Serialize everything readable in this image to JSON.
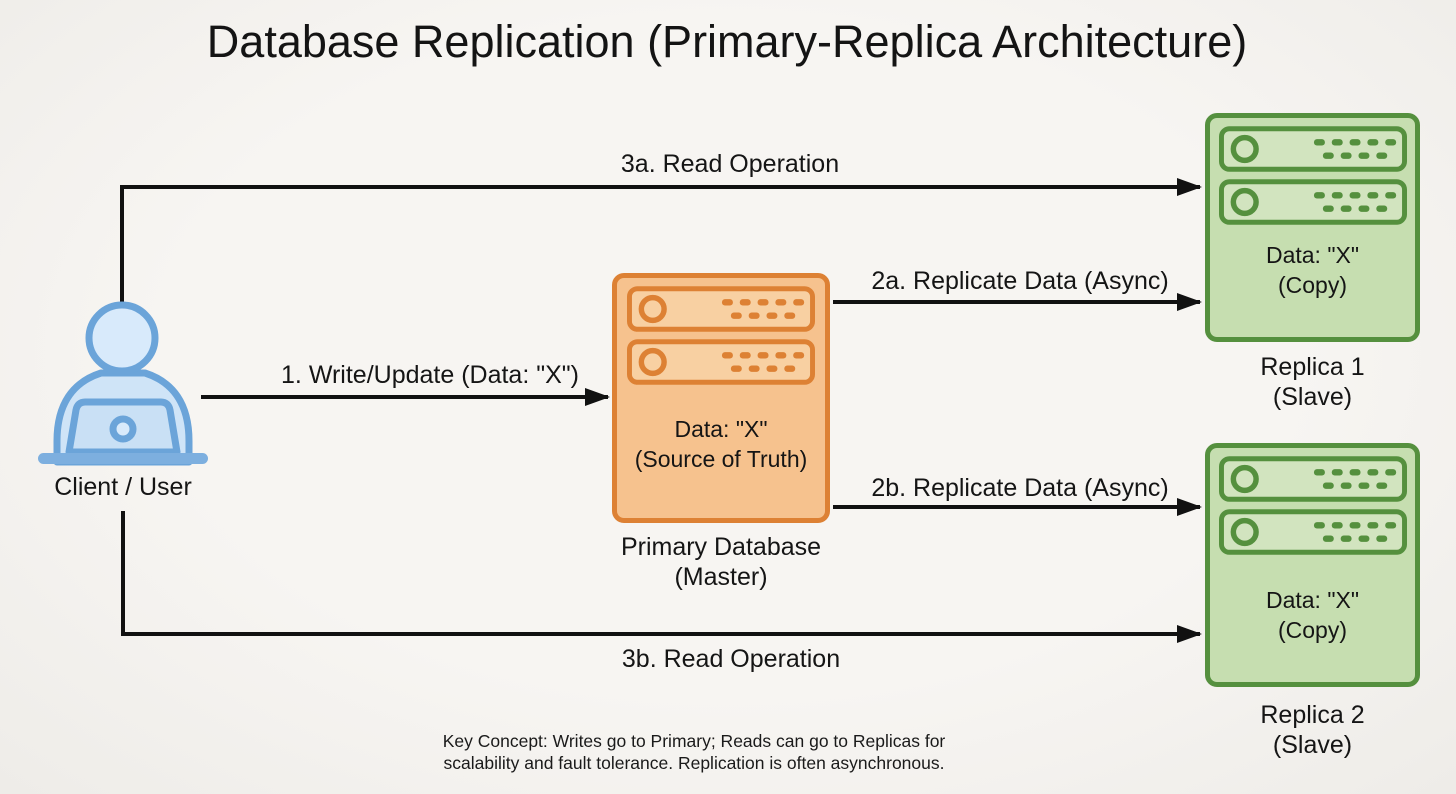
{
  "title": "Database Replication (Primary-Replica Architecture)",
  "client": {
    "label": "Client / User"
  },
  "nodes": {
    "primary": {
      "data_line1": "Data: \"X\"",
      "data_line2": "(Source of Truth)",
      "name": "Primary Database",
      "role": "(Master)"
    },
    "replica1": {
      "data_line1": "Data: \"X\"",
      "data_line2": "(Copy)",
      "name": "Replica 1",
      "role": "(Slave)"
    },
    "replica2": {
      "data_line1": "Data: \"X\"",
      "data_line2": "(Copy)",
      "name": "Replica 2",
      "role": "(Slave)"
    }
  },
  "arrows": {
    "write": "1. Write/Update (Data: \"X\")",
    "replicate_a": "2a. Replicate Data (Async)",
    "replicate_b": "2b. Replicate Data (Async)",
    "read_a": "3a. Read Operation",
    "read_b": "3b. Read Operation"
  },
  "footnote": {
    "line1": "Key Concept: Writes go to Primary; Reads can go to Replicas for",
    "line2": "scalability and fault tolerance. Replication is often asynchronous."
  },
  "colors": {
    "background": "#f4f2ee",
    "line": "#111111",
    "text": "#151515",
    "primary_border": "#dd8134",
    "primary_fill": "#f6c28e",
    "replica_border": "#55903e",
    "replica_fill": "#c6deb0",
    "client_stroke": "#6ba4d9",
    "client_fill": "#cfe4f7"
  }
}
